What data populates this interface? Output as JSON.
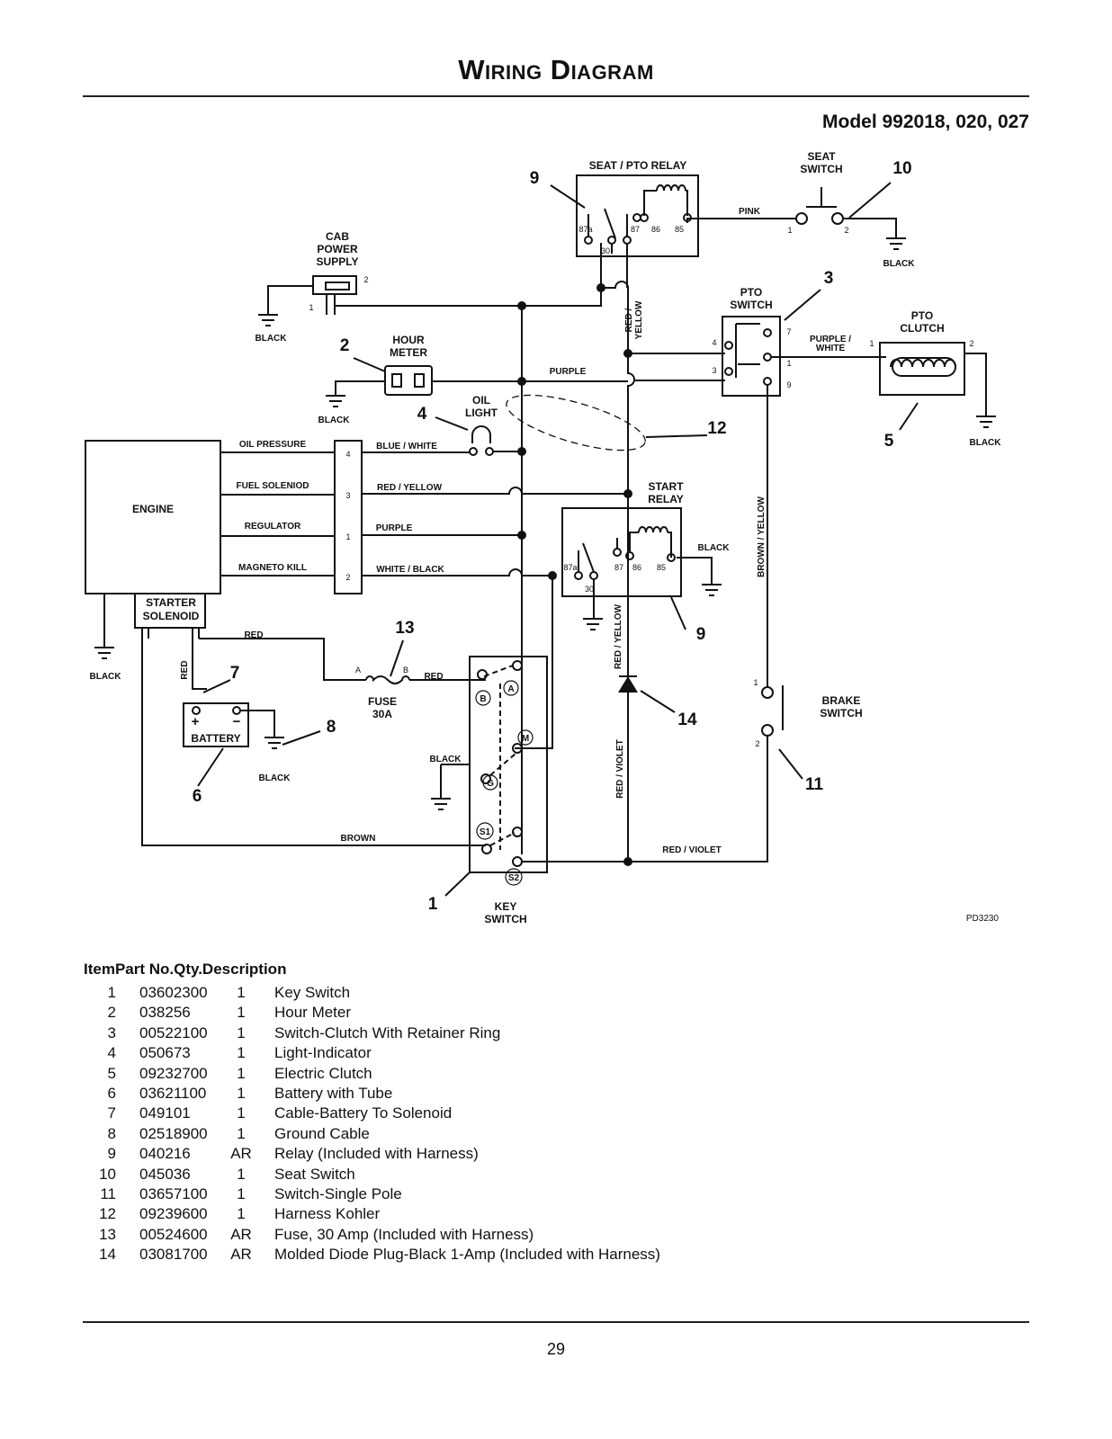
{
  "page_title": "Wiring Diagram",
  "model": "Model 992018, 020, 027",
  "diagram": {
    "code": "PD3230",
    "components": {
      "seat_pto_relay": "SEAT / PTO RELAY",
      "seat_switch": [
        "SEAT",
        "SWITCH"
      ],
      "cab_power_supply": [
        "CAB",
        "POWER",
        "SUPPLY"
      ],
      "pto_switch": [
        "PTO",
        "SWITCH"
      ],
      "pto_clutch": [
        "PTO",
        "CLUTCH"
      ],
      "hour_meter": [
        "HOUR",
        "METER"
      ],
      "oil_light": [
        "OIL",
        "LIGHT"
      ],
      "engine": "ENGINE",
      "start_relay": [
        "START",
        "RELAY"
      ],
      "starter_solenoid": [
        "STARTER",
        "SOLENOID"
      ],
      "fuse": [
        "FUSE",
        "30A"
      ],
      "battery": "BATTERY",
      "brake_switch": [
        "BRAKE",
        "SWITCH"
      ],
      "key_switch": [
        "KEY",
        "SWITCH"
      ]
    },
    "engine_terminals": [
      "OIL PRESSURE",
      "FUEL SOLENIOD",
      "REGULATOR",
      "MAGNETO KILL"
    ],
    "connector_pins": [
      "4",
      "3",
      "1",
      "2"
    ],
    "wires": {
      "pink": "PINK",
      "purple": "PURPLE",
      "purple_white": [
        "PURPLE /",
        "WHITE"
      ],
      "red_yellow_v": [
        "RED /",
        "YELLOW"
      ],
      "blue_white": "BLUE / WHITE",
      "red_yellow": "RED / YELLOW",
      "purple2": "PURPLE",
      "white_black": "WHITE / BLACK",
      "brown_yellow": "BROWN / YELLOW",
      "red_yellow_v2": "RED / YELLOW",
      "red_violet_v": "RED / VIOLET",
      "red_violet": "RED / VIOLET",
      "red1": "RED",
      "red2": "RED",
      "red3": "RED",
      "black": "BLACK",
      "brown": "BROWN"
    },
    "relay_pins": [
      "87a",
      "30",
      "87",
      "86",
      "85"
    ],
    "key_terminals": [
      "A",
      "B",
      "M",
      "G",
      "S1",
      "S2"
    ],
    "callouts": [
      "1",
      "2",
      "3",
      "4",
      "5",
      "6",
      "7",
      "8",
      "9",
      "9",
      "10",
      "11",
      "12",
      "13",
      "14"
    ],
    "pin_labels": {
      "one": "1",
      "two": "2",
      "three": "3",
      "four": "4",
      "seven": "7",
      "nine": "9",
      "fuse_a": "A",
      "fuse_b": "B",
      "plus": "+",
      "minus": "−"
    }
  },
  "parts_list": {
    "header": "ItemPart No.Qty.Description",
    "rows": [
      {
        "item": "1",
        "part": "03602300",
        "qty": "1",
        "desc": "Key Switch"
      },
      {
        "item": "2",
        "part": "038256",
        "qty": "1",
        "desc": "Hour Meter"
      },
      {
        "item": "3",
        "part": "00522100",
        "qty": "1",
        "desc": "Switch-Clutch With Retainer Ring"
      },
      {
        "item": "4",
        "part": "050673",
        "qty": "1",
        "desc": "Light-Indicator"
      },
      {
        "item": "5",
        "part": "09232700",
        "qty": "1",
        "desc": "Electric Clutch"
      },
      {
        "item": "6",
        "part": "03621100",
        "qty": "1",
        "desc": "Battery with Tube"
      },
      {
        "item": "7",
        "part": "049101",
        "qty": "1",
        "desc": "Cable-Battery To Solenoid"
      },
      {
        "item": "8",
        "part": "02518900",
        "qty": "1",
        "desc": "Ground Cable"
      },
      {
        "item": "9",
        "part": "040216",
        "qty": "AR",
        "desc": "Relay (Included with Harness)"
      },
      {
        "item": "10",
        "part": "045036",
        "qty": "1",
        "desc": "Seat Switch"
      },
      {
        "item": "11",
        "part": "03657100",
        "qty": "1",
        "desc": "Switch-Single Pole"
      },
      {
        "item": "12",
        "part": "09239600",
        "qty": "1",
        "desc": "Harness Kohler"
      },
      {
        "item": "13",
        "part": "00524600",
        "qty": "AR",
        "desc": "Fuse, 30 Amp (Included with Harness)"
      },
      {
        "item": "14",
        "part": "03081700",
        "qty": "AR",
        "desc": "Molded Diode Plug-Black 1-Amp (Included with Harness)"
      }
    ]
  },
  "page_number": "29"
}
